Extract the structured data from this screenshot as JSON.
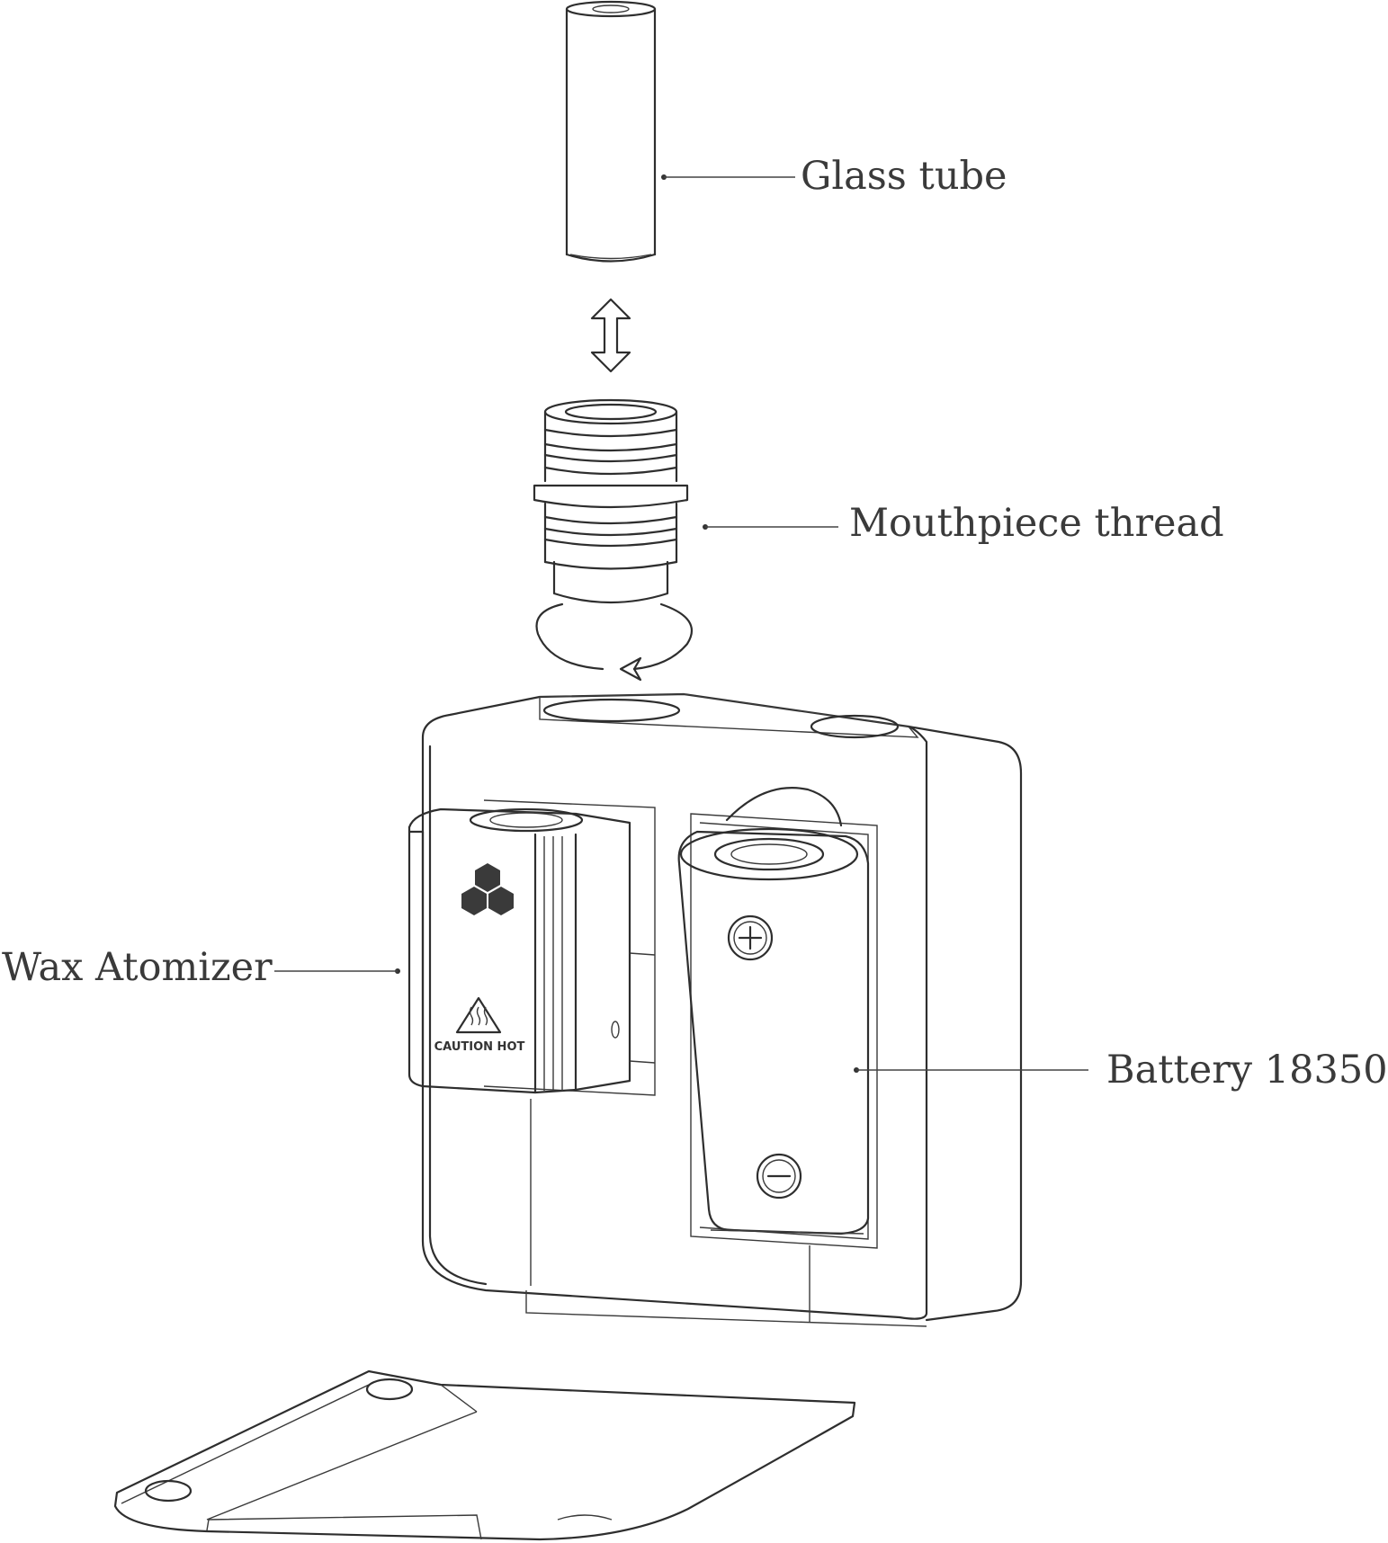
{
  "labels": {
    "glass_tube": "Glass tube",
    "mouthpiece_thread": "Mouthpiece thread",
    "wax_atomizer": "Wax Atomizer",
    "battery": "Battery 18350"
  },
  "product_marks": {
    "caution": "CAUTION HOT"
  },
  "icons": [
    "double-arrow-icon",
    "rotate-arrow-icon",
    "hexagon-logo-icon",
    "heat-warning-icon",
    "battery-plus-icon",
    "battery-minus-icon"
  ],
  "colors": {
    "line": "#2e2e2e",
    "text": "#3a3a3a",
    "logo": "#3a3a3a"
  }
}
